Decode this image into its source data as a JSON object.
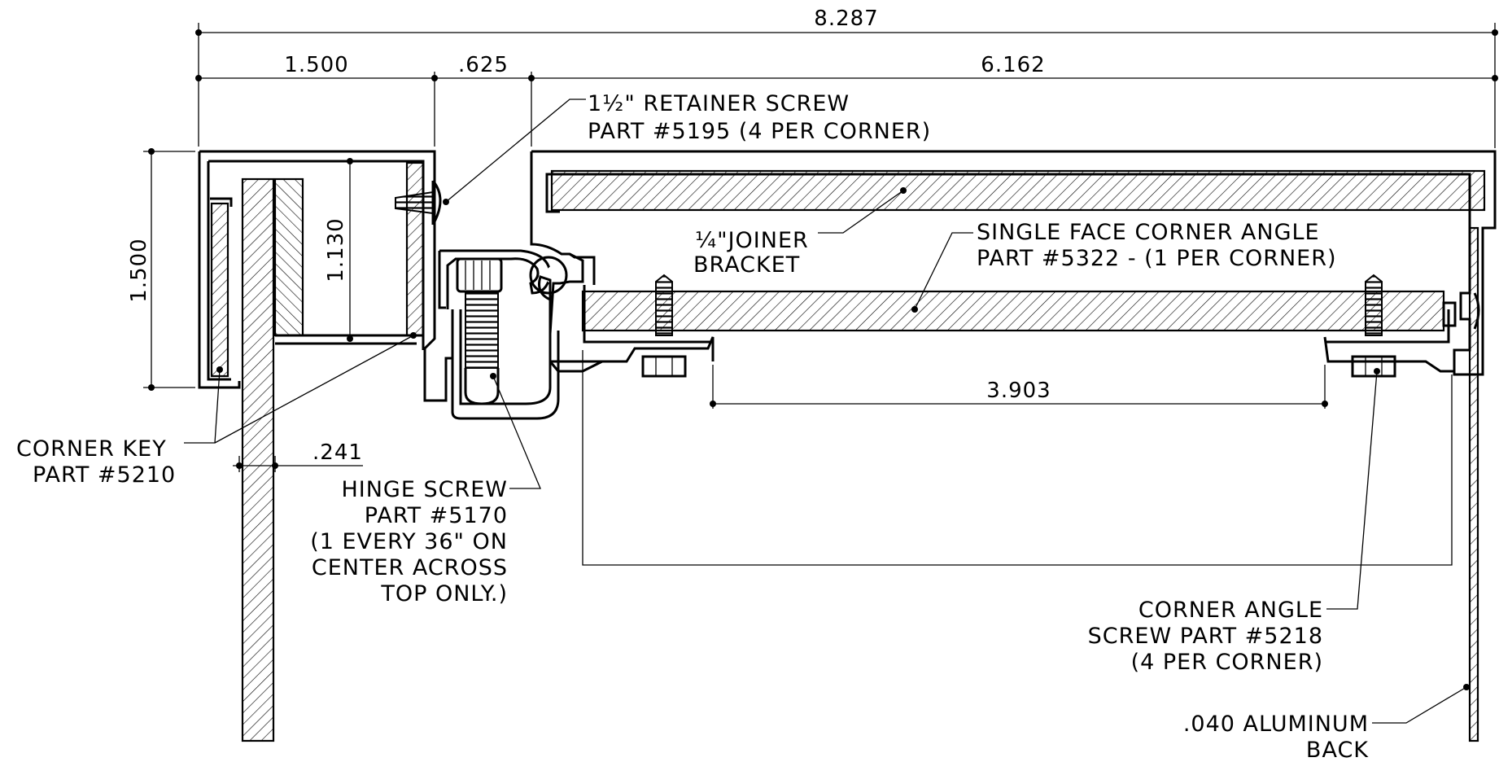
{
  "dimensions": {
    "overall_width": "8.287",
    "left_width": "1.500",
    "gap_width": ".625",
    "right_width": "6.162",
    "left_height": "1.500",
    "inner_height": "1.130",
    "screw_spacing": "3.903",
    "panel_offset": ".241"
  },
  "callouts": {
    "retainer_screw": [
      "1½\" RETAINER SCREW",
      "PART #5195 (4 PER CORNER)"
    ],
    "joiner_bracket": [
      "¼\"JOINER",
      "BRACKET"
    ],
    "corner_angle": [
      "SINGLE FACE CORNER ANGLE",
      "PART #5322 - (1 PER CORNER)"
    ],
    "corner_key": [
      "CORNER KEY",
      "PART #5210"
    ],
    "hinge_screw": [
      "HINGE SCREW",
      "PART #5170",
      "(1 EVERY 36\" ON",
      "CENTER ACROSS",
      "TOP ONLY.)"
    ],
    "corner_angle_screw": [
      "CORNER ANGLE",
      "SCREW PART #5218",
      "(4 PER CORNER)"
    ],
    "aluminum_back": [
      ".040 ALUMINUM",
      "BACK"
    ]
  }
}
